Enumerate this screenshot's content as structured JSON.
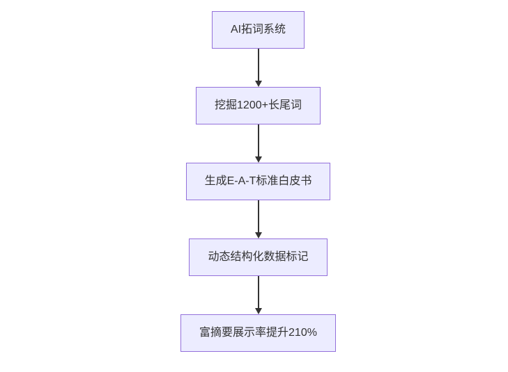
{
  "diagram": {
    "type": "flowchart",
    "direction": "top-down",
    "nodes": [
      {
        "label": "AI拓词系统"
      },
      {
        "label": "挖掘1200+长尾词"
      },
      {
        "label": "生成E-A-T标准白皮书"
      },
      {
        "label": "动态结构化数据标记"
      },
      {
        "label": "富摘要展示率提升210%"
      }
    ],
    "edges": [
      {
        "from": 0,
        "to": 1
      },
      {
        "from": 1,
        "to": 2
      },
      {
        "from": 2,
        "to": 3
      },
      {
        "from": 3,
        "to": 4
      }
    ],
    "colors": {
      "background": "#ffffff",
      "node_fill": "#ECECFF",
      "node_border": "#9370DB",
      "text": "#333333",
      "arrow": "#333333"
    }
  }
}
